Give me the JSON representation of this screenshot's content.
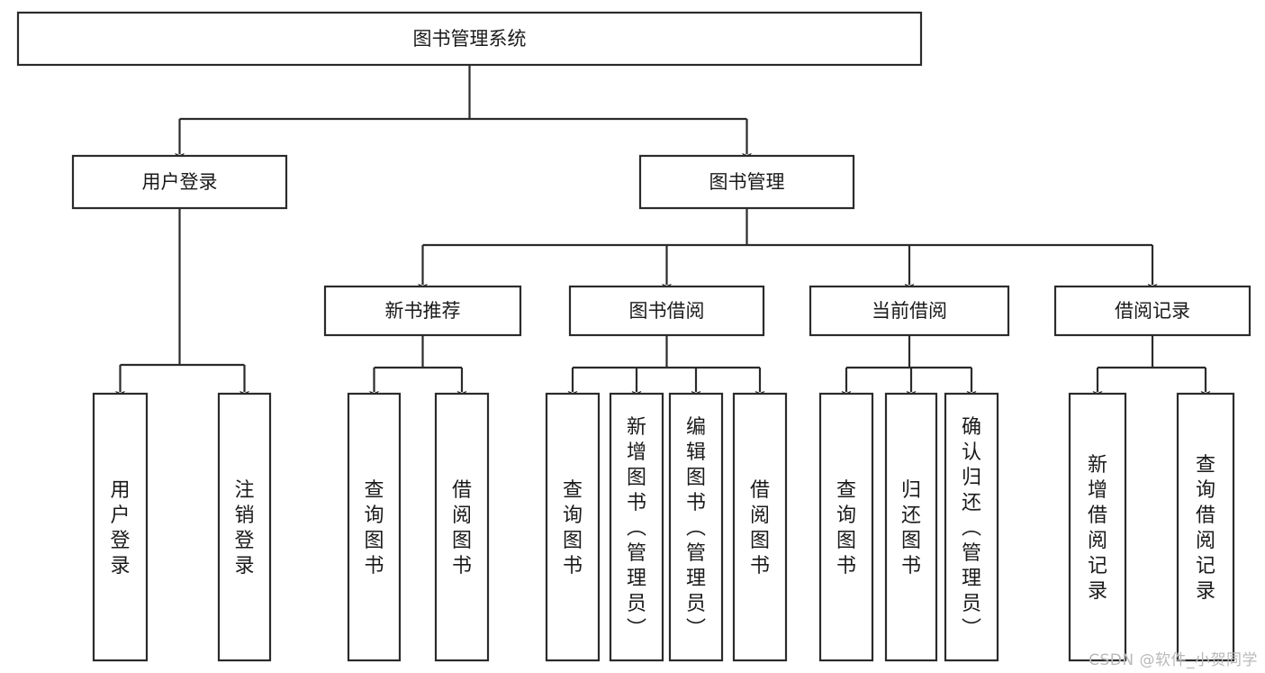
{
  "diagram": {
    "type": "tree-hierarchy",
    "title": "图书管理系统",
    "orientation": "top-down",
    "colors": {
      "box_stroke": "#2b2b2b",
      "box_fill": "#ffffff",
      "text": "#1a1a1a",
      "background": "#ffffff",
      "watermark": "#b9b9b9"
    },
    "root": {
      "label": "图书管理系统"
    },
    "level2": [
      {
        "id": "user-login",
        "label": "用户登录"
      },
      {
        "id": "book-management",
        "label": "图书管理"
      }
    ],
    "level3": [
      {
        "id": "new-book-recommend",
        "label": "新书推荐",
        "parent": "book-management"
      },
      {
        "id": "book-borrow",
        "label": "图书借阅",
        "parent": "book-management"
      },
      {
        "id": "current-borrow",
        "label": "当前借阅",
        "parent": "book-management"
      },
      {
        "id": "borrow-record",
        "label": "借阅记录",
        "parent": "book-management"
      }
    ],
    "leaves": [
      {
        "id": "leaf-user-login",
        "label": "用户登录",
        "parent": "user-login"
      },
      {
        "id": "leaf-logout-login",
        "label": "注销登录",
        "parent": "user-login"
      },
      {
        "id": "leaf-query-book-1",
        "label": "查询图书",
        "parent": "new-book-recommend"
      },
      {
        "id": "leaf-borrow-book-1",
        "label": "借阅图书",
        "parent": "new-book-recommend"
      },
      {
        "id": "leaf-query-book-2",
        "label": "查询图书",
        "parent": "book-borrow"
      },
      {
        "id": "leaf-add-book",
        "label": "新增图书（管理员）",
        "parent": "book-borrow"
      },
      {
        "id": "leaf-edit-book",
        "label": "编辑图书（管理员）",
        "parent": "book-borrow"
      },
      {
        "id": "leaf-borrow-book-2",
        "label": "借阅图书",
        "parent": "book-borrow"
      },
      {
        "id": "leaf-query-book-3",
        "label": "查询图书",
        "parent": "current-borrow"
      },
      {
        "id": "leaf-return-book",
        "label": "归还图书",
        "parent": "current-borrow"
      },
      {
        "id": "leaf-confirm-return",
        "label": "确认归还（管理员）",
        "parent": "current-borrow"
      },
      {
        "id": "leaf-add-record",
        "label": "新增借阅记录",
        "parent": "borrow-record"
      },
      {
        "id": "leaf-query-record",
        "label": "查询借阅记录",
        "parent": "borrow-record"
      }
    ]
  },
  "watermark": {
    "text": "CSDN @软件_小贺同学"
  }
}
